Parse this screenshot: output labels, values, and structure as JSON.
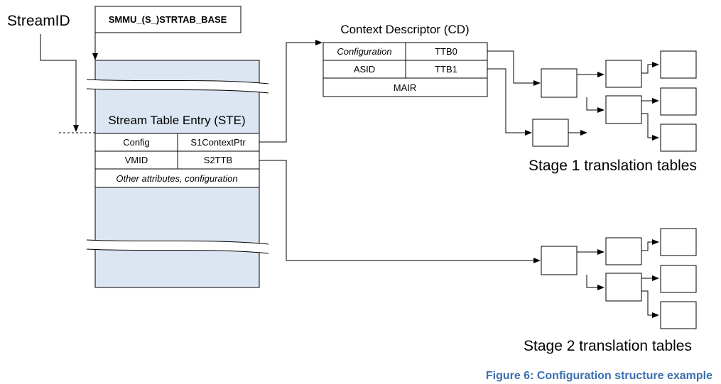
{
  "labels": {
    "stream_id": "StreamID",
    "base_register": "SMMU_(S_)STRTAB_BASE",
    "ste_title": "Stream Table Entry (STE)",
    "cd_title": "Context Descriptor (CD)",
    "stage1_caption": "Stage 1 translation tables",
    "stage2_caption": "Stage 2 translation tables",
    "figure_caption": "Figure 6: Configuration structure example"
  },
  "ste": {
    "row1": [
      "Config",
      "S1ContextPtr"
    ],
    "row2": [
      "VMID",
      "S2TTB"
    ],
    "row3": "Other attributes, configuration"
  },
  "cd": {
    "row1": [
      "Configuration",
      "TTB0"
    ],
    "row2": [
      "ASID",
      "TTB1"
    ],
    "row3": "MAIR"
  },
  "colors": {
    "stream_table_fill": "#dce6f2",
    "caption_color": "#3a6fb0"
  }
}
